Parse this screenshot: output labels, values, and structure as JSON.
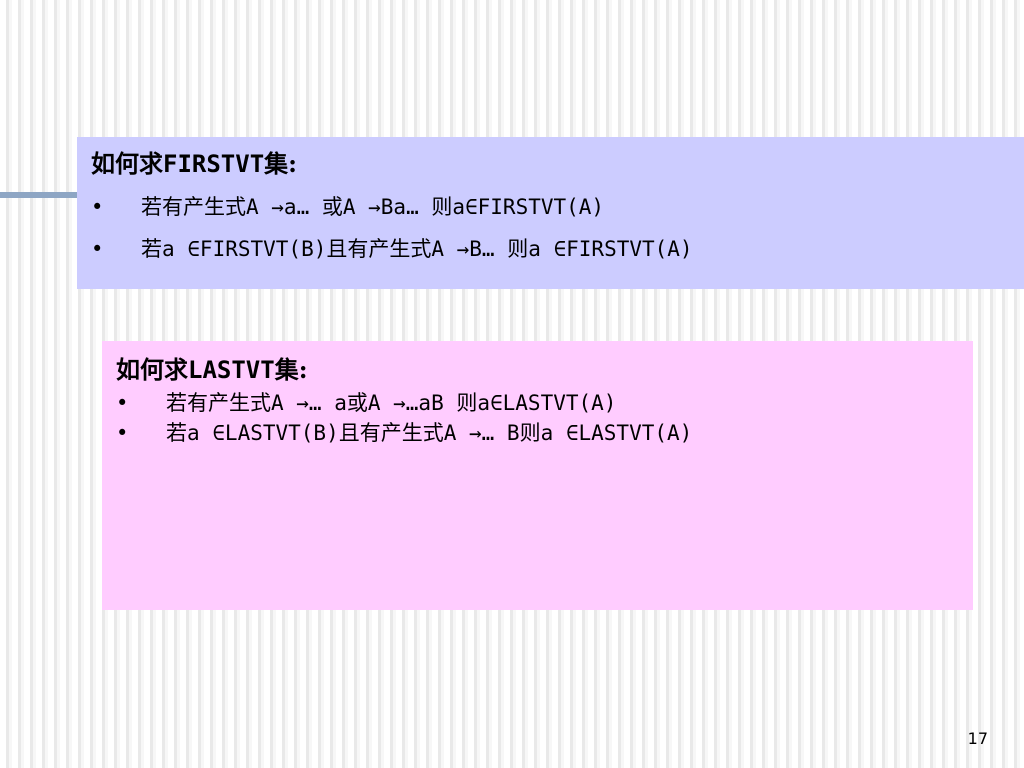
{
  "slide": {
    "accent_color": "#8ea6c4",
    "page_number": "17"
  },
  "firstvt": {
    "background": "#ccccff",
    "title_prefix": "如何求",
    "title_term": "FIRSTVT",
    "title_suffix": "集:",
    "bullets": [
      "若有产生式A →a… 或A →Ba…  则a∈FIRSTVT(A)",
      "若a ∈FIRSTVT(B)且有产生式A →B… 则a ∈FIRSTVT(A)"
    ],
    "bullet_symbol": "•"
  },
  "lastvt": {
    "background": "#ffccff",
    "title_prefix": "如何求",
    "title_term": "LASTVT",
    "title_suffix": "集:",
    "bullets": [
      "若有产生式A →… a或A →…aB  则a∈LASTVT(A)",
      "若a ∈LASTVT(B)且有产生式A →… B则a ∈LASTVT(A)"
    ],
    "bullet_symbol": "•"
  }
}
